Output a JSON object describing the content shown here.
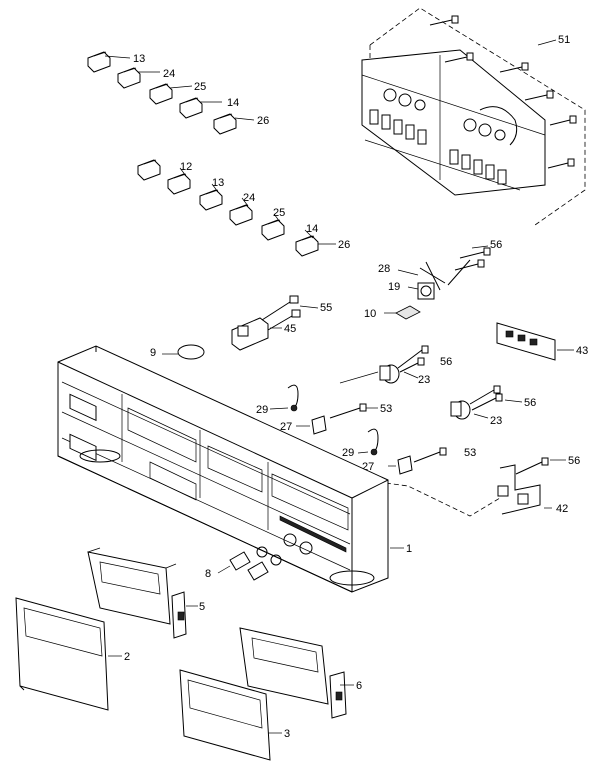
{
  "callouts": [
    {
      "id": "c-51-top",
      "text": "51"
    },
    {
      "id": "c-13-a",
      "text": "13"
    },
    {
      "id": "c-24-a",
      "text": "24"
    },
    {
      "id": "c-25-a",
      "text": "25"
    },
    {
      "id": "c-14-a",
      "text": "14"
    },
    {
      "id": "c-26-a",
      "text": "26"
    },
    {
      "id": "c-12-b",
      "text": "12"
    },
    {
      "id": "c-13-b",
      "text": "13"
    },
    {
      "id": "c-24-b",
      "text": "24"
    },
    {
      "id": "c-25-b",
      "text": "25"
    },
    {
      "id": "c-14-b",
      "text": "14"
    },
    {
      "id": "c-26-b",
      "text": "26"
    },
    {
      "id": "c-56-a",
      "text": "56"
    },
    {
      "id": "c-28",
      "text": "28"
    },
    {
      "id": "c-19",
      "text": "19"
    },
    {
      "id": "c-10",
      "text": "10"
    },
    {
      "id": "c-55",
      "text": "55"
    },
    {
      "id": "c-45",
      "text": "45"
    },
    {
      "id": "c-9",
      "text": "9"
    },
    {
      "id": "c-43",
      "text": "43"
    },
    {
      "id": "c-56-b",
      "text": "56"
    },
    {
      "id": "c-23-a",
      "text": "23"
    },
    {
      "id": "c-56-c",
      "text": "56"
    },
    {
      "id": "c-23-b",
      "text": "23"
    },
    {
      "id": "c-29-a",
      "text": "29"
    },
    {
      "id": "c-53-a",
      "text": "53"
    },
    {
      "id": "c-27-a",
      "text": "27"
    },
    {
      "id": "c-29-b",
      "text": "29"
    },
    {
      "id": "c-27-b",
      "text": "27"
    },
    {
      "id": "c-53-b",
      "text": "53"
    },
    {
      "id": "c-56-d",
      "text": "56"
    },
    {
      "id": "c-42",
      "text": "42"
    },
    {
      "id": "c-1",
      "text": "1"
    },
    {
      "id": "c-8",
      "text": "8"
    },
    {
      "id": "c-5",
      "text": "5"
    },
    {
      "id": "c-2",
      "text": "2"
    },
    {
      "id": "c-6",
      "text": "6"
    },
    {
      "id": "c-3",
      "text": "3"
    }
  ]
}
